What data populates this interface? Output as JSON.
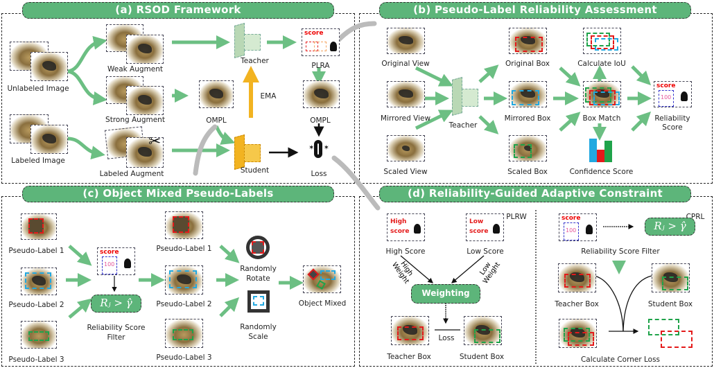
{
  "panels": {
    "a": {
      "title": "(a) RSOD Framework",
      "labels": {
        "unlabeled_image": "Unlabeled Image",
        "labeled_image": "Labeled Image",
        "weak_augment": "Weak Augment",
        "strong_augment": "Strong Augment",
        "labeled_augment": "Labeled Augment",
        "teacher": "Teacher",
        "student": "Student",
        "ompl_mid": "OMPL",
        "ompl_right": "OMPL",
        "plra": "PLRA",
        "ema": "EMA",
        "loss": "Loss",
        "score_tag": "score"
      }
    },
    "b": {
      "title": "(b) Pseudo-Label Reliability Assessment",
      "labels": {
        "original_view": "Original View",
        "mirrored_view": "Mirrored View",
        "scaled_view": "Scaled View",
        "teacher": "Teacher",
        "original_box": "Original Box",
        "mirrored_box": "Mirrored Box",
        "scaled_box": "Scaled Box",
        "calculate_iou": "Calculate IoU",
        "box_match": "Box Match",
        "confidence_score": "Confidence Score",
        "reliability_score_line1": "Reliability",
        "reliability_score_line2": "Score",
        "score_tag": "score",
        "score_value": "100"
      }
    },
    "c": {
      "title": "(c) Object Mixed Pseudo-Labels",
      "labels": {
        "pseudo_label_1_left": "Pseudo-Label 1",
        "pseudo_label_2_left": "Pseudo-Label 2",
        "pseudo_label_3_left": "Pseudo-Label 3",
        "pseudo_label_1_right": "Pseudo-Label 1",
        "pseudo_label_2_right": "Pseudo-Label 2",
        "pseudo_label_3_right": "Pseudo-Label 3",
        "filter_line1": "Reliability Score",
        "filter_line2": "Filter",
        "condition": "Rⱼ > γ̂",
        "randomly_rotate_line1": "Randomly",
        "randomly_rotate_line2": "Rotate",
        "randomly_scale_line1": "Randomly",
        "randomly_scale_line2": "Scale",
        "object_mixed": "Object Mixed",
        "score_tag": "score",
        "score_value": "100"
      }
    },
    "d": {
      "title": "(d) Reliability-Guided Adaptive Constraint",
      "labels": {
        "plrw": "PLRW",
        "cprl": "CPRL",
        "high_score": "High Score",
        "low_score": "Low Score",
        "high_card_line1": "High",
        "high_card_line2": "score",
        "low_card_line1": "Low",
        "low_card_line2": "score",
        "high_weight_line1": "High",
        "high_weight_line2": "Weight",
        "low_weight_line1": "Low",
        "low_weight_line2": "Weight",
        "weighting": "Weighting",
        "loss": "Loss",
        "teacher_box_left": "Teacher Box",
        "student_box_left": "Student Box",
        "reliability_score_filter": "Reliability Score Filter",
        "condition": "Rⱼ > γ̂",
        "teacher_box_right": "Teacher Box",
        "student_box_right": "Student Box",
        "calculate_corner_loss": "Calculate Corner Loss",
        "score_tag": "score",
        "score_value": "100"
      }
    }
  },
  "colors": {
    "header_green": "#5db57a",
    "arrow_green": "#6cbf83",
    "teacher_green": "#b9d8b5",
    "student_yellow": "#f2b321",
    "box_red": "#e41a1a",
    "box_blue": "#22a8e0",
    "box_green": "#1fa34a"
  },
  "confidence_bars": [
    0.95,
    0.5,
    0.85
  ]
}
